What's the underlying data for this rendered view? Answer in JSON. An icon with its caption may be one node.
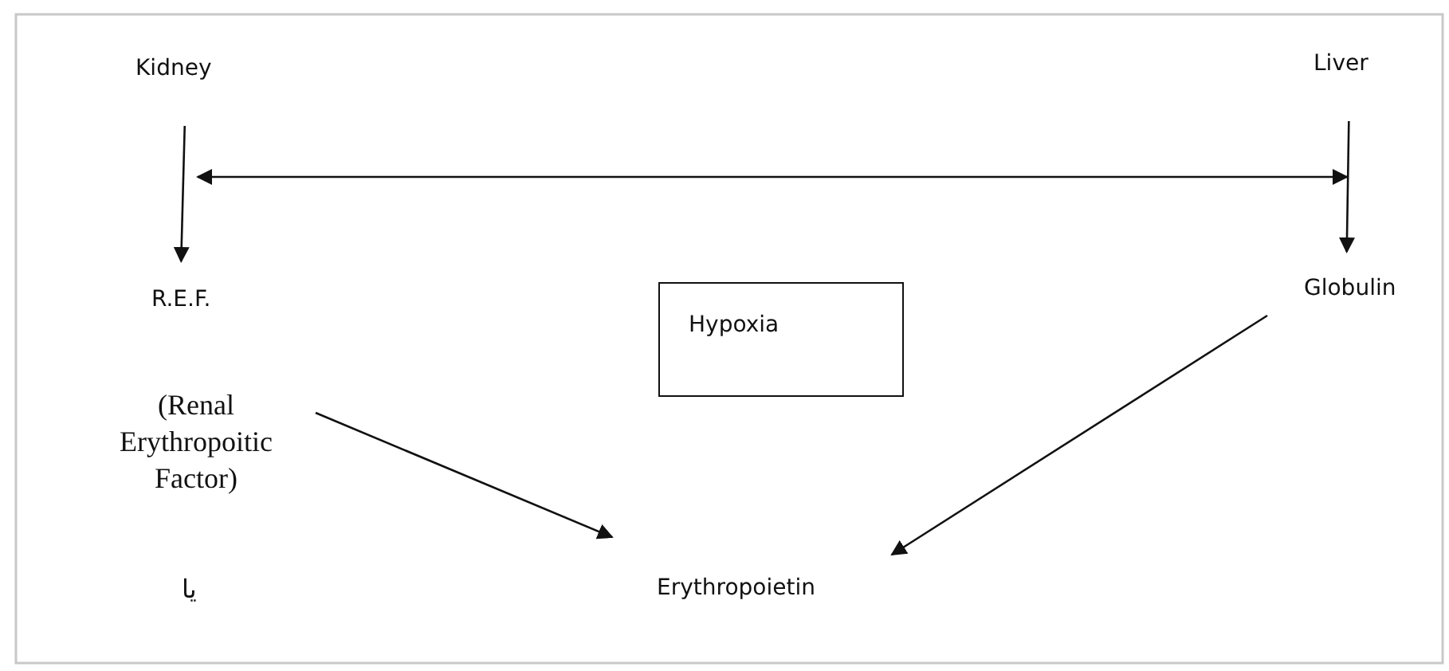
{
  "diagram": {
    "nodes": [
      {
        "text": [
          "Kidney"
        ]
      },
      {
        "text": [
          "Liver"
        ]
      },
      {
        "text": [
          "R.E.F."
        ]
      },
      {
        "text": [
          "Hypoxia"
        ]
      },
      {
        "text": [
          "Globulin"
        ]
      },
      {
        "text": [
          "(Renal Erythropoitic Factor)"
        ]
      },
      {
        "text": [
          "Erythropoietin"
        ]
      }
    ],
    "edges": [
      {
        "from": 0,
        "to": 2,
        "arrow": "to"
      },
      {
        "from": 1,
        "to": 4,
        "arrow": "to"
      },
      {
        "from": 5,
        "to": 6,
        "arrow": "to"
      },
      {
        "from": 4,
        "to": 6,
        "arrow": "to"
      }
    ],
    "labels": [
      "يا"
    ]
  }
}
